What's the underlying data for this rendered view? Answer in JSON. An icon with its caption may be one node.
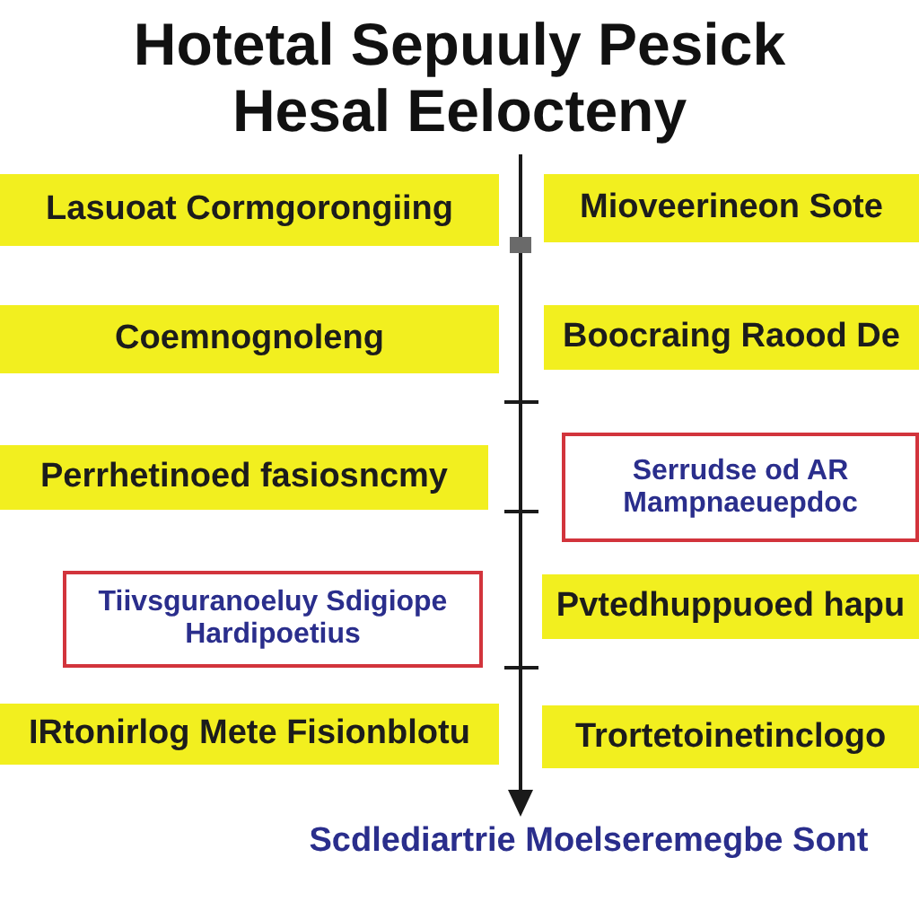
{
  "diagram": {
    "title": "Hotetal Sepuuly Pesick Hesal Eelocteny",
    "nodes": [
      {
        "text": [
          "Lasuoat Cormgorongiing"
        ]
      },
      {
        "text": [
          "Mioveerineon Sote"
        ]
      },
      {
        "text": [
          "Coemnognoleng"
        ]
      },
      {
        "text": [
          "Boocraing Raood De"
        ]
      },
      {
        "text": [
          "Perrhetinoed fasiosncmy"
        ]
      },
      {
        "text": [
          "Serrudse od AR Mampnaeuepdoc"
        ]
      },
      {
        "text": [
          "Tiivsguranoeluy Sdigiope Hardipoetius"
        ]
      },
      {
        "text": [
          "Pvtedhuppuoed hapu"
        ]
      },
      {
        "text": [
          "IRtonirlog Mete Fisionblotu"
        ]
      },
      {
        "text": [
          "Trortetoinetinclogo"
        ]
      }
    ],
    "caption": "Scdlediartrie Moelseremegbe Sont"
  }
}
